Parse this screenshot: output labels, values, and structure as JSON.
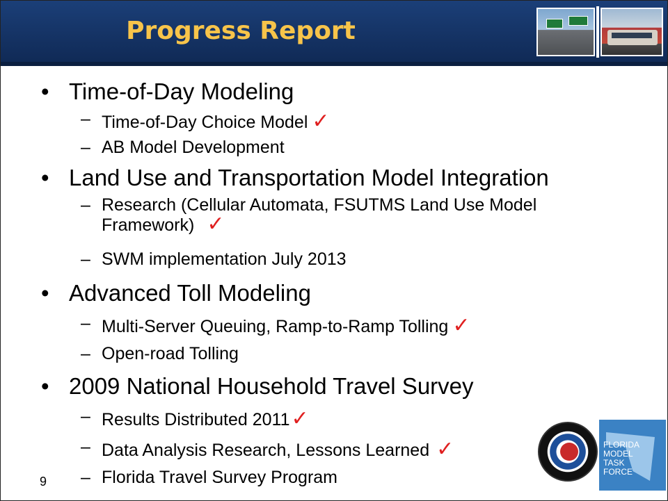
{
  "header": {
    "title": "Progress Report"
  },
  "items": [
    {
      "text": "Time-of-Day Modeling",
      "sub": [
        {
          "text": "Time-of-Day Choice Model",
          "check": "✓"
        },
        {
          "text": "AB Model Development",
          "check": ""
        }
      ]
    },
    {
      "text": "Land Use and Transportation Model Integration",
      "sub": [
        {
          "text": "Research (Cellular Automata, FSUTMS Land Use Model",
          "text2": "Framework)",
          "check": "✓"
        },
        {
          "text": "SWM implementation July 2013",
          "check": ""
        }
      ]
    },
    {
      "text": "Advanced Toll Modeling",
      "sub": [
        {
          "text": "Multi-Server Queuing, Ramp-to-Ramp Tolling",
          "check": "✓"
        },
        {
          "text": "Open-road Tolling",
          "check": ""
        }
      ]
    },
    {
      "text": "2009 National Household Travel Survey",
      "sub": [
        {
          "text": "Results Distributed 2011",
          "check": "✓"
        },
        {
          "text": "Data Analysis Research, Lessons Learned",
          "check": "✓"
        },
        {
          "text": "Florida Travel Survey Program",
          "check": ""
        }
      ]
    }
  ],
  "symbols": {
    "bullet": "•",
    "dash": "–"
  },
  "footer": {
    "page_number": "9"
  },
  "logos": {
    "task_force": "FLORIDA\nMODEL\nTASK\nFORCE"
  },
  "colors": {
    "title_bar": "#1b3f78",
    "title_text": "#f7c44a",
    "check": "#e02020"
  }
}
